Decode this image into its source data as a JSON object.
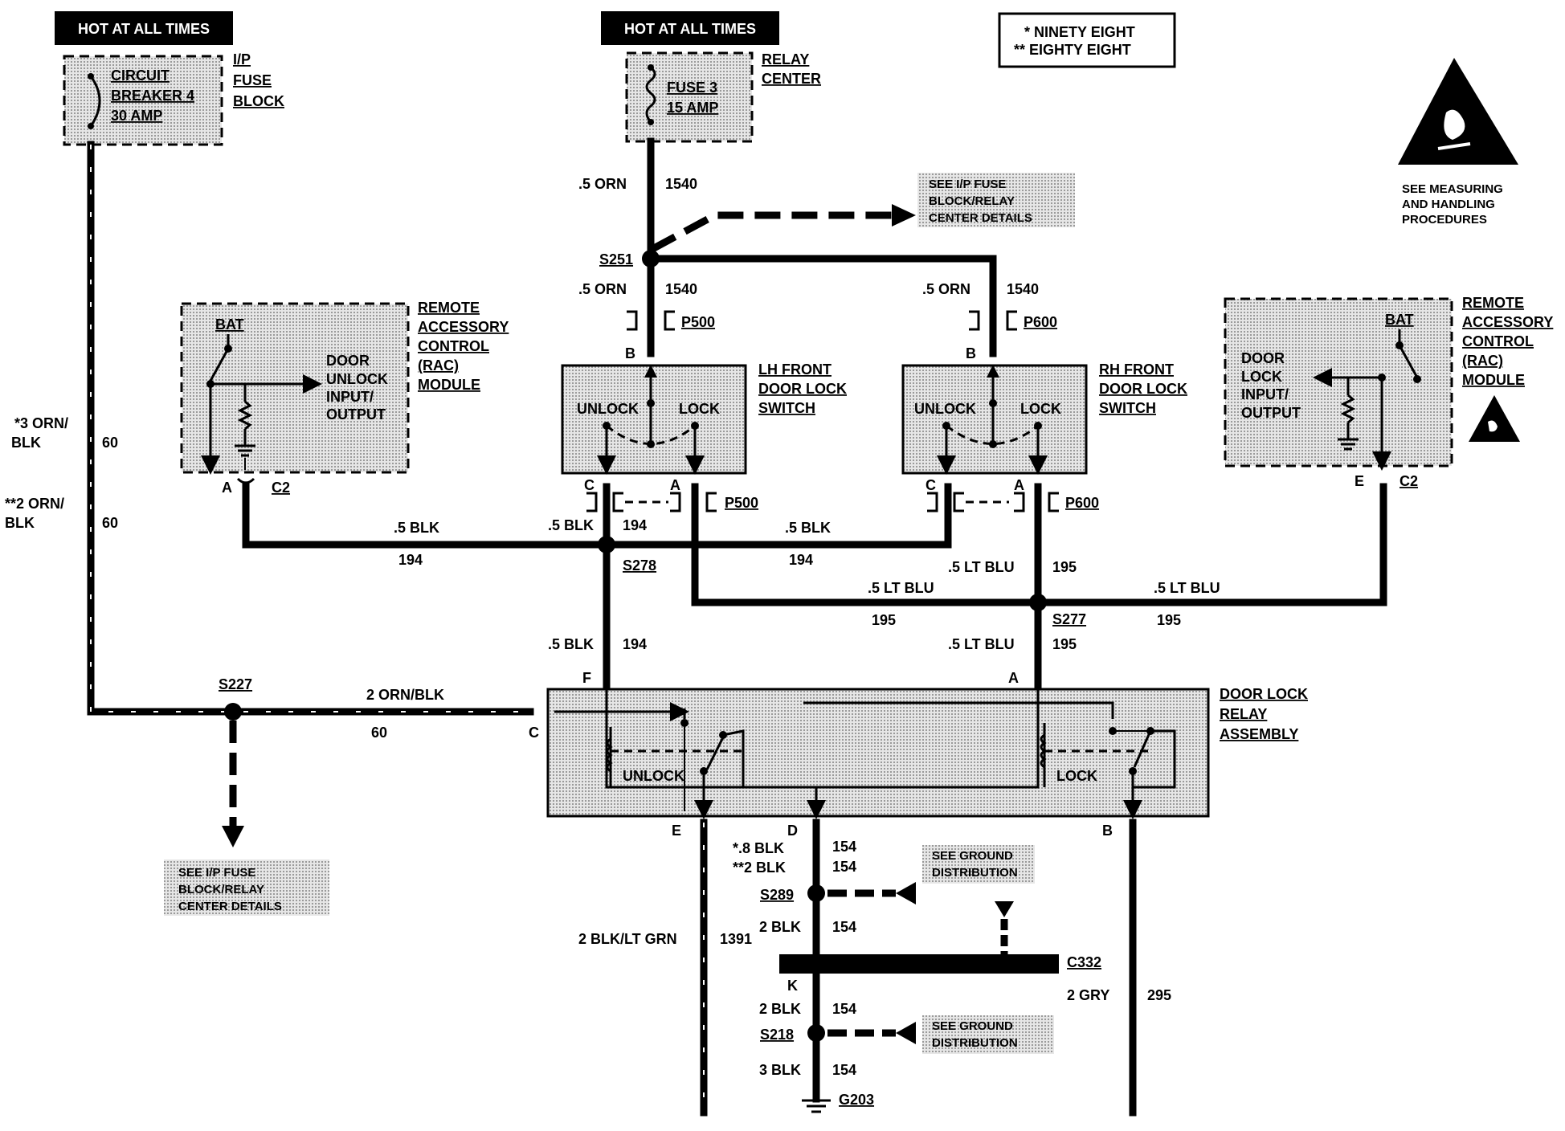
{
  "top": {
    "hot_left": "HOT AT ALL TIMES",
    "hot_center": "HOT AT ALL TIMES",
    "legend_1": "* NINETY EIGHT",
    "legend_2": "** EIGHTY EIGHT",
    "esd_note": [
      "SEE MEASURING",
      "AND HANDLING",
      "PROCEDURES"
    ]
  },
  "fuse_block": {
    "cb_lines": [
      "CIRCUIT",
      "BREAKER 4",
      "30 AMP"
    ],
    "label": [
      "I/P",
      "FUSE",
      "BLOCK"
    ]
  },
  "relay_center": {
    "fuse_lines": [
      "FUSE 3",
      "15 AMP"
    ],
    "label": [
      "RELAY",
      "CENTER"
    ]
  },
  "see_details": [
    "SEE I/P FUSE",
    "BLOCK/RELAY",
    "CENTER DETAILS"
  ],
  "see_ground": [
    "SEE GROUND",
    "DISTRIBUTION"
  ],
  "wires": {
    "w_540_size": ".5 ORN",
    "w_540_num": "1540",
    "left_feed_a": "*3 ORN/",
    "left_feed_b": "BLK",
    "left_feed_num": "60",
    "left_feed2_a": "**2 ORN/",
    "left_feed2_b": "BLK",
    "left_feed2_num": "60",
    "orn_blk": "2 ORN/BLK",
    "num_60": "60",
    "blk_5": ".5 BLK",
    "num_194": "194",
    "ltblu_5": ".5 LT BLU",
    "num_195": "195",
    "blk_8": "*.8 BLK",
    "blk_2s": "**2 BLK",
    "num_154": "154",
    "blk_2": "2 BLK",
    "blk_3": "3 BLK",
    "blk_ltgrn": "2 BLK/LT GRN",
    "num_1391": "1391",
    "gry_2": "2 GRY",
    "num_295": "295"
  },
  "splices": {
    "s251": "S251",
    "s278": "S278",
    "s277": "S277",
    "s227": "S227",
    "s289": "S289",
    "s218": "S218",
    "g203": "G203",
    "c332": "C332"
  },
  "connectors": {
    "p500": "P500",
    "p600": "P600",
    "c2": "C2",
    "pin_a": "A",
    "pin_b": "B",
    "pin_c": "C",
    "pin_d": "D",
    "pin_e": "E",
    "pin_f": "F",
    "pin_k": "K"
  },
  "rac_left": {
    "bat": "BAT",
    "io": [
      "DOOR",
      "UNLOCK",
      "INPUT/",
      "OUTPUT"
    ],
    "label": [
      "REMOTE",
      "ACCESSORY",
      "CONTROL",
      "(RAC)",
      "MODULE"
    ]
  },
  "rac_right": {
    "bat": "BAT",
    "io": [
      "DOOR",
      "LOCK",
      "INPUT/",
      "OUTPUT"
    ],
    "label": [
      "REMOTE",
      "ACCESSORY",
      "CONTROL",
      "(RAC)",
      "MODULE"
    ]
  },
  "lh_switch": {
    "unlock": "UNLOCK",
    "lock": "LOCK",
    "label": [
      "LH FRONT",
      "DOOR LOCK",
      "SWITCH"
    ]
  },
  "rh_switch": {
    "unlock": "UNLOCK",
    "lock": "LOCK",
    "label": [
      "RH FRONT",
      "DOOR LOCK",
      "SWITCH"
    ]
  },
  "relay_assembly": {
    "unlock": "UNLOCK",
    "lock": "LOCK",
    "label": [
      "DOOR LOCK",
      "RELAY",
      "ASSEMBLY"
    ]
  }
}
